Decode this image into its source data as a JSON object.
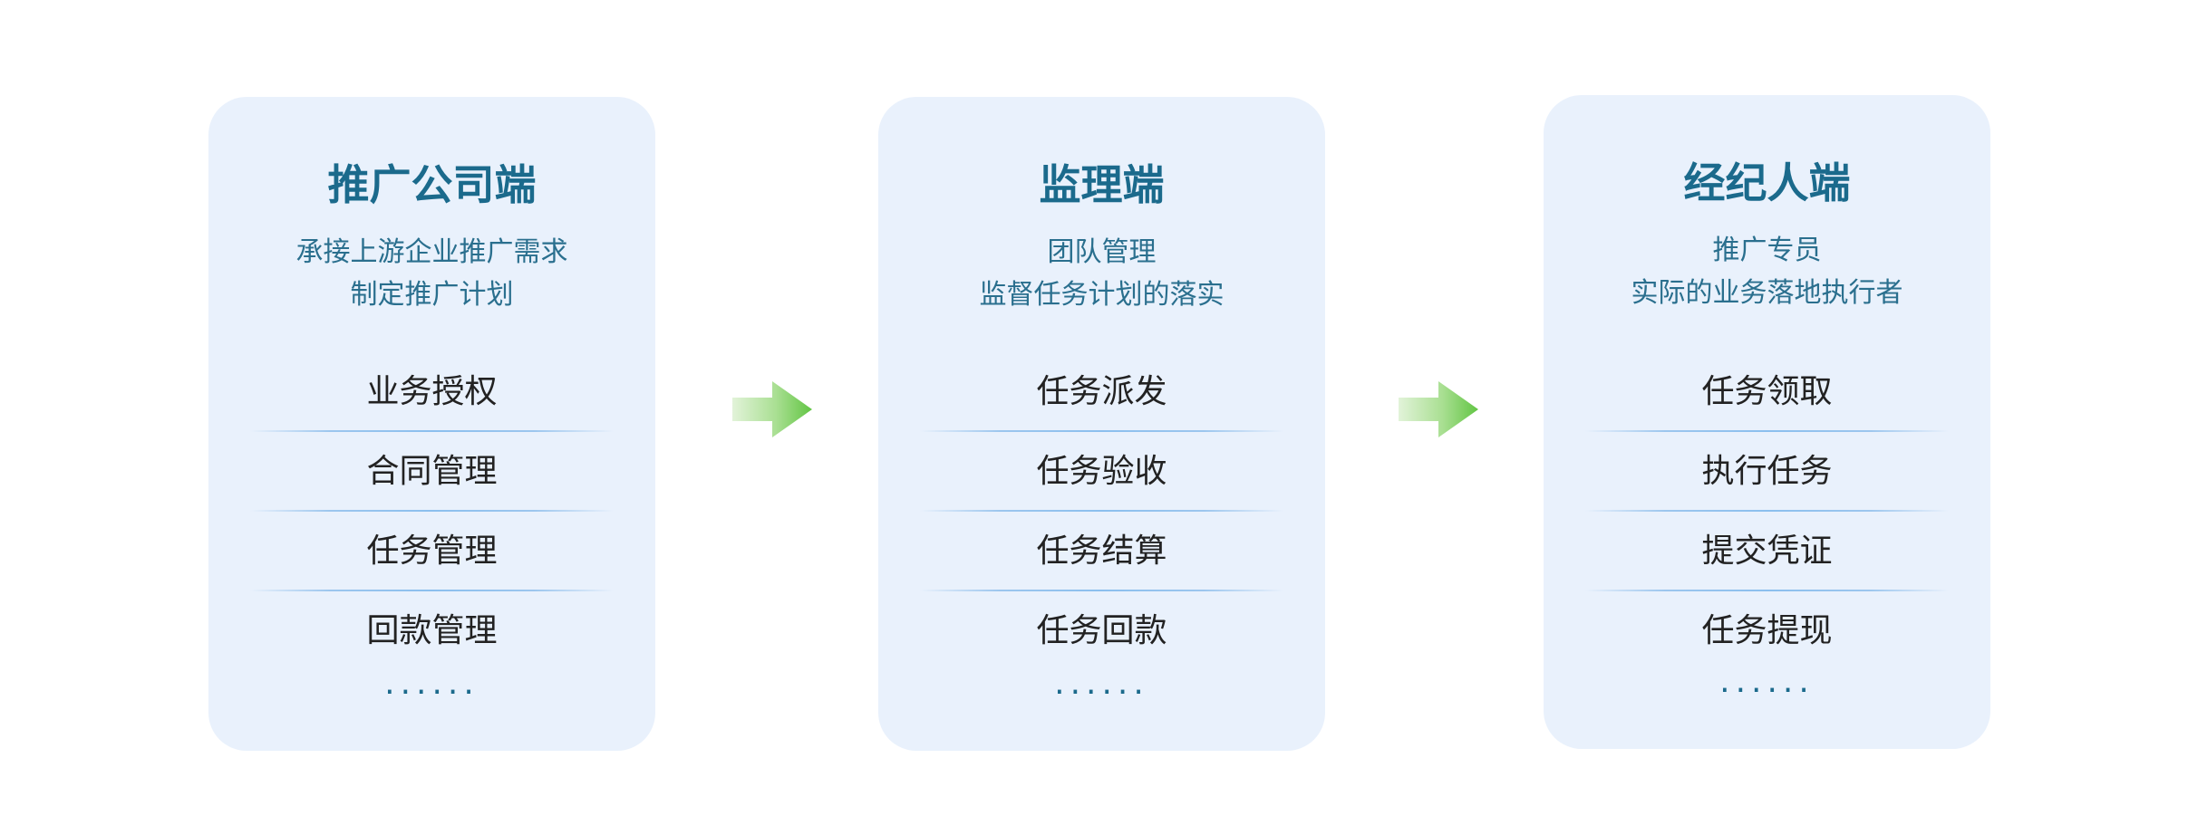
{
  "cards": [
    {
      "title": "推广公司端",
      "desc": [
        "承接上游企业推广需求",
        "制定推广计划"
      ],
      "items": [
        "业务授权",
        "合同管理",
        "任务管理",
        "回款管理"
      ],
      "more": "......"
    },
    {
      "title": "监理端",
      "desc": [
        "团队管理",
        "监督任务计划的落实"
      ],
      "items": [
        "任务派发",
        "任务验收",
        "任务结算",
        "任务回款"
      ],
      "more": "......"
    },
    {
      "title": "经纪人端",
      "desc": [
        "推广专员",
        "实际的业务落地执行者"
      ],
      "items": [
        "任务领取",
        "执行任务",
        "提交凭证",
        "任务提现"
      ],
      "more": "......"
    }
  ],
  "colors": {
    "card_background": "#e9f1fc",
    "title_color": "#1b6a8c",
    "arrow_start": "#dff2d6",
    "arrow_end": "#6cc94f"
  },
  "icons": [
    "right-arrow-icon",
    "right-arrow-icon"
  ]
}
